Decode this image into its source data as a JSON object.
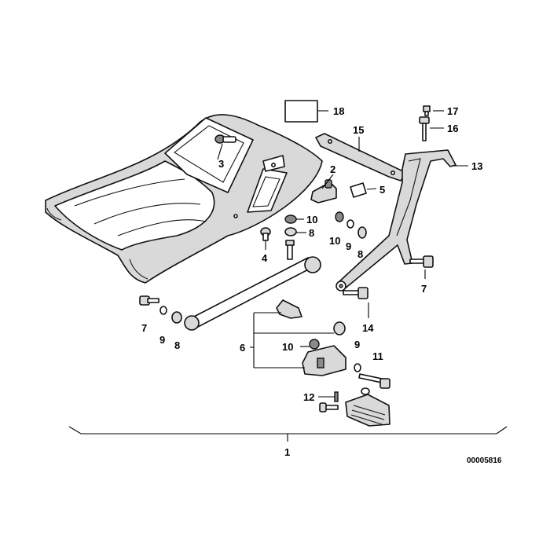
{
  "diagram": {
    "callouts": {
      "c1": "1",
      "c2": "2",
      "c3": "3",
      "c4": "4",
      "c5": "5",
      "c6": "6",
      "c7a": "7",
      "c7b": "7",
      "c8a": "8",
      "c8b": "8",
      "c8c": "8",
      "c9a": "9",
      "c9b": "9",
      "c9c": "9",
      "c10a": "10",
      "c10b": "10",
      "c10c": "10",
      "c11": "11",
      "c12": "12",
      "c13": "13",
      "c14": "14",
      "c15": "15",
      "c16": "16",
      "c17": "17",
      "c18": "18"
    },
    "doc_number": "00005816"
  }
}
